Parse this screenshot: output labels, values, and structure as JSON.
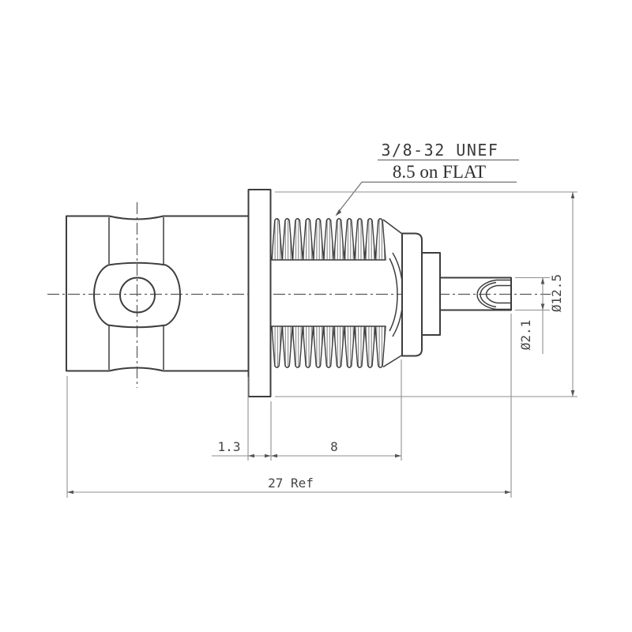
{
  "drawing": {
    "labels": {
      "thread_spec": "3/8-32 UNEF",
      "flat_spec": "8.5 on FLAT"
    },
    "dimensions": {
      "flange_thickness": "1.3",
      "thread_length": "8",
      "overall_length": "27 Ref",
      "pin_diameter": "Ø2.1",
      "flange_diameter": "Ø12.5"
    },
    "colors": {
      "outline": "#3d3d3d",
      "dimension": "#8f8f8f",
      "centerline": "#5a5a5a",
      "text": "#454545",
      "background": "#ffffff"
    }
  }
}
